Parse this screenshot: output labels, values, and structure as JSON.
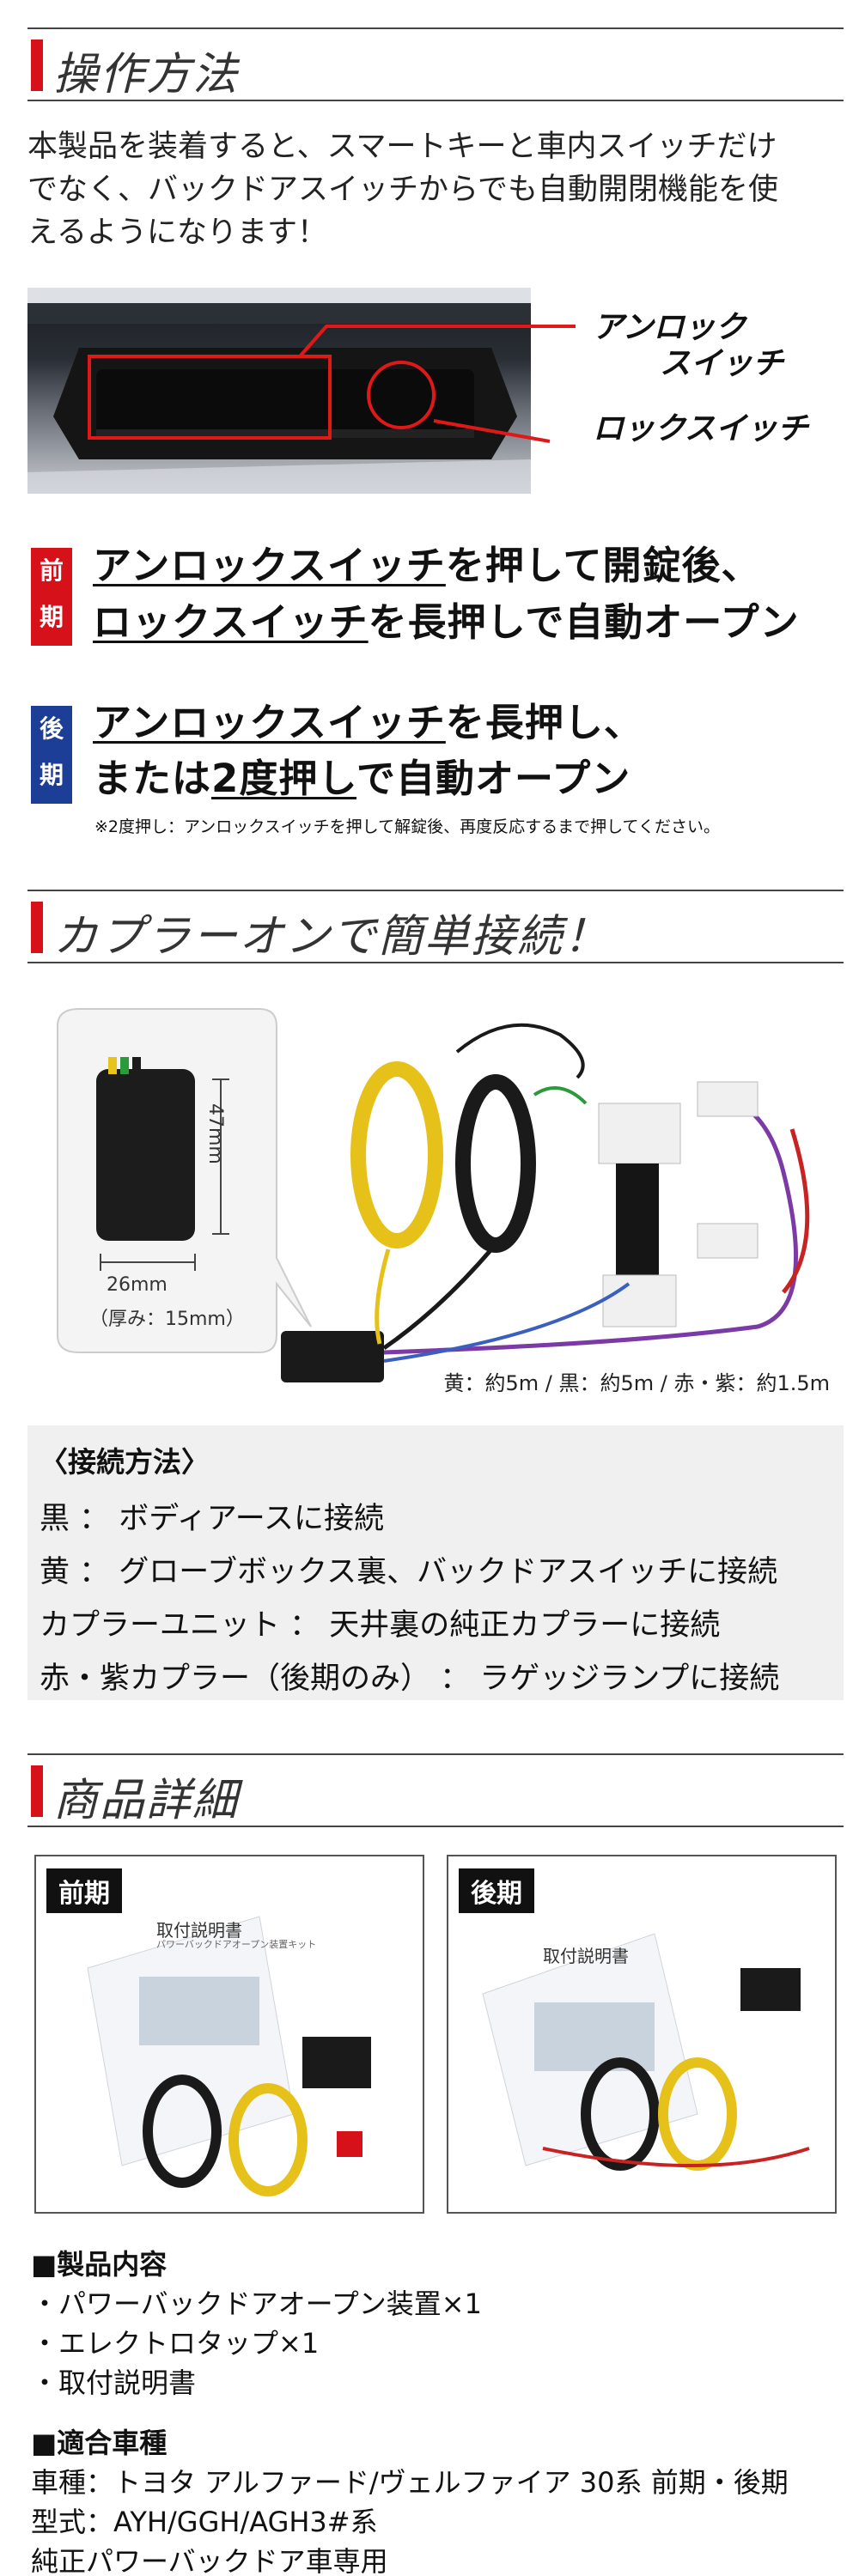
{
  "section1": {
    "title": "操作方法"
  },
  "intro": {
    "line1": "本製品を装着すると、スマートキーと車内スイッチだけ",
    "line2": "でなく、バックドアスイッチからでも自動開閉機能を使",
    "line3": "えるようになります！"
  },
  "photo1": {
    "unlock_label_1": "アンロック",
    "unlock_label_2": "スイッチ",
    "lock_label": "ロックスイッチ"
  },
  "early": {
    "badge_1": "前",
    "badge_2": "期",
    "l1_part1": "アンロックスイッチ",
    "l1_part2": "を押して開錠後、",
    "l2_part1": "ロックスイッチ",
    "l2_part2": "を長押しで自動オープン"
  },
  "late": {
    "badge_1": "後",
    "badge_2": "期",
    "l1_part1": "アンロックスイッチ",
    "l1_part2": "を長押し、",
    "l2_part1": "または",
    "l2_part2": "2度押し",
    "l2_part3": "で自動オープン",
    "note": "※2度押し：アンロックスイッチを押して解錠後、再度反応するまで押してください。"
  },
  "section2": {
    "title": "カプラーオンで簡単接続！"
  },
  "device": {
    "height": "47mm",
    "width": "26mm",
    "thickness": "（厚み：15mm）"
  },
  "lengths": "黄：約5m / 黒：約5m / 赤・紫：約1.5m",
  "connection": {
    "title": "〈接続方法〉",
    "items": [
      "黒 ： ボディアースに接続",
      "黄 ： グローブボックス裏、バックドアスイッチに接続",
      "カプラーユニット ： 天井裏の純正カプラーに接続",
      "赤・紫カプラー（後期のみ） ： ラゲッジランプに接続"
    ]
  },
  "section3": {
    "title": "商品詳細"
  },
  "products": {
    "early_tag": "前期",
    "late_tag": "後期",
    "manual_title": "取付説明書",
    "manual_sub": "パワーバックドアオープン装置キット"
  },
  "contents": {
    "title": "■製品内容",
    "items": [
      "・パワーバックドアオープン装置×1",
      "・エレクトロタップ×1",
      "・取付説明書"
    ]
  },
  "vehicles": {
    "title": "■適合車種",
    "items": [
      "車種：トヨタ アルファード/ヴェルファイア 30系 前期・後期",
      "型式：AYH/GGH/AGH3#系",
      "純正パワーバックドア車専用"
    ]
  },
  "colors": {
    "accent_red": "#d6111a",
    "accent_blue": "#1d3e96"
  }
}
